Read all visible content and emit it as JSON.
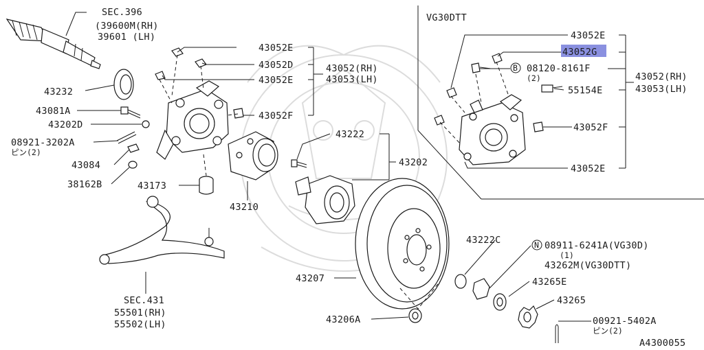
{
  "diagram": {
    "highlight_color": "#8a90e0",
    "labels": {
      "sec396": "SEC.396",
      "p39600m": "(39600M(RH)",
      "p39601": "39601 (LH)",
      "p43232": "43232",
      "p43081a": "43081A",
      "p43202d": "43202D",
      "p08921": "08921-3202A",
      "pin2_a": "ピン(2)",
      "p43084": "43084",
      "p38162b": "38162B",
      "p43173": "43173",
      "p43210": "43210",
      "p43052e_1": "43052E",
      "p43052d": "43052D",
      "p43052e_2": "43052E",
      "p43052f_1": "43052F",
      "p43052rh_1": "43052(RH)",
      "p43053lh_1": "43053(LH)",
      "p43222": "43222",
      "p43202": "43202",
      "p43207": "43207",
      "p43206a": "43206A",
      "p43222c": "43222C",
      "n_circle": "N",
      "p08911": "08911-6241A(VG30D)",
      "p08911_qty": "(1)",
      "p43262m": "43262M(VG30DTT)",
      "p43265e": "43265E",
      "p43265": "43265",
      "p00921": "00921-5402A",
      "pin2_b": "ピン(2)",
      "sec431": "SEC.431",
      "p55501": "55501(RH)",
      "p55502": "55502(LH)",
      "vg30dtt": "VG30DTT",
      "p43052e_3": "43052E",
      "p43052g": "43052G",
      "b_circle": "B",
      "p08120": "08120-8161F",
      "p08120_qty": "(2)",
      "p55154e": "55154E",
      "p43052rh_2": "43052(RH)",
      "p43053lh_2": "43053(LH)",
      "p43052f_2": "43052F",
      "p43052e_4": "43052E",
      "diagram_id": "A4300055"
    }
  }
}
